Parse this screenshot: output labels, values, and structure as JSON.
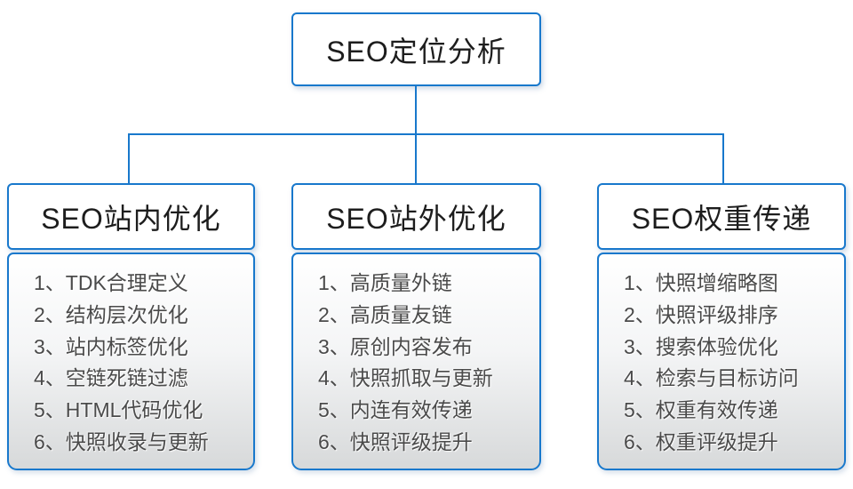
{
  "colors": {
    "accent_blue": "#1878cc",
    "list_text": "#4a4a4a",
    "node_text": "#1d1d1d",
    "panel_gradient_top": "#ffffff",
    "panel_gradient_bottom": "#d7d9da",
    "background": "#ffffff"
  },
  "root": {
    "title": "SEO定位分析"
  },
  "columns": [
    {
      "title": "SEO站内优化",
      "items": [
        "1、TDK合理定义",
        "2、结构层次优化",
        "3、站内标签优化",
        "4、空链死链过滤",
        "5、HTML代码优化",
        "6、快照收录与更新"
      ]
    },
    {
      "title": "SEO站外优化",
      "items": [
        "1、高质量外链",
        "2、高质量友链",
        "3、原创内容发布",
        "4、快照抓取与更新",
        "5、内连有效传递",
        "6、快照评级提升"
      ]
    },
    {
      "title": "SEO权重传递",
      "items": [
        "1、快照增缩略图",
        "2、快照评级排序",
        "3、搜索体验优化",
        "4、检索与目标访问",
        "5、权重有效传递",
        "6、权重评级提升"
      ]
    }
  ]
}
